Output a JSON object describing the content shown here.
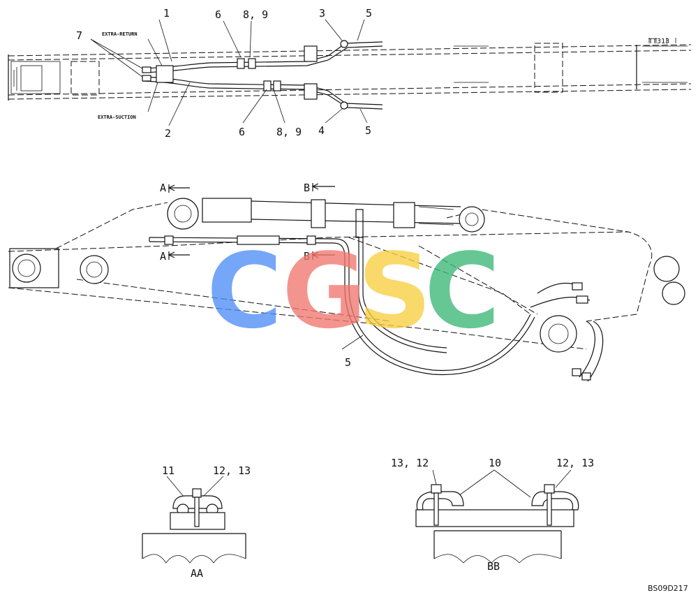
{
  "top_view": {
    "labels": {
      "l1": "1",
      "l2": "2",
      "l3": "3",
      "l4": "4",
      "l5a": "5",
      "l5b": "5",
      "l6a": "6",
      "l6b": "6",
      "l7": "7",
      "l89a": "8, 9",
      "l89b": "8, 9",
      "extra_return": "EXTRA-RETURN",
      "extra_suction": "EXTRA-SUCTION",
      "end_text": "TT313"
    }
  },
  "side_view": {
    "labels": {
      "a_top": "A",
      "a_bottom": "A",
      "b_top": "B",
      "b_bottom": "B",
      "l5": "5"
    }
  },
  "detail_aa": {
    "l11": "11",
    "l1213": "12, 13",
    "caption": "AA"
  },
  "detail_bb": {
    "l1312": "13, 12",
    "l10": "10",
    "l1213": "12, 13",
    "caption": "BB"
  },
  "watermark": {
    "letters": [
      "C",
      "G",
      "S",
      "C"
    ],
    "colors": [
      "#4f8ef7",
      "#f2776f",
      "#f8cf3f",
      "#3cb878"
    ]
  },
  "figure_code": "BS09D217"
}
